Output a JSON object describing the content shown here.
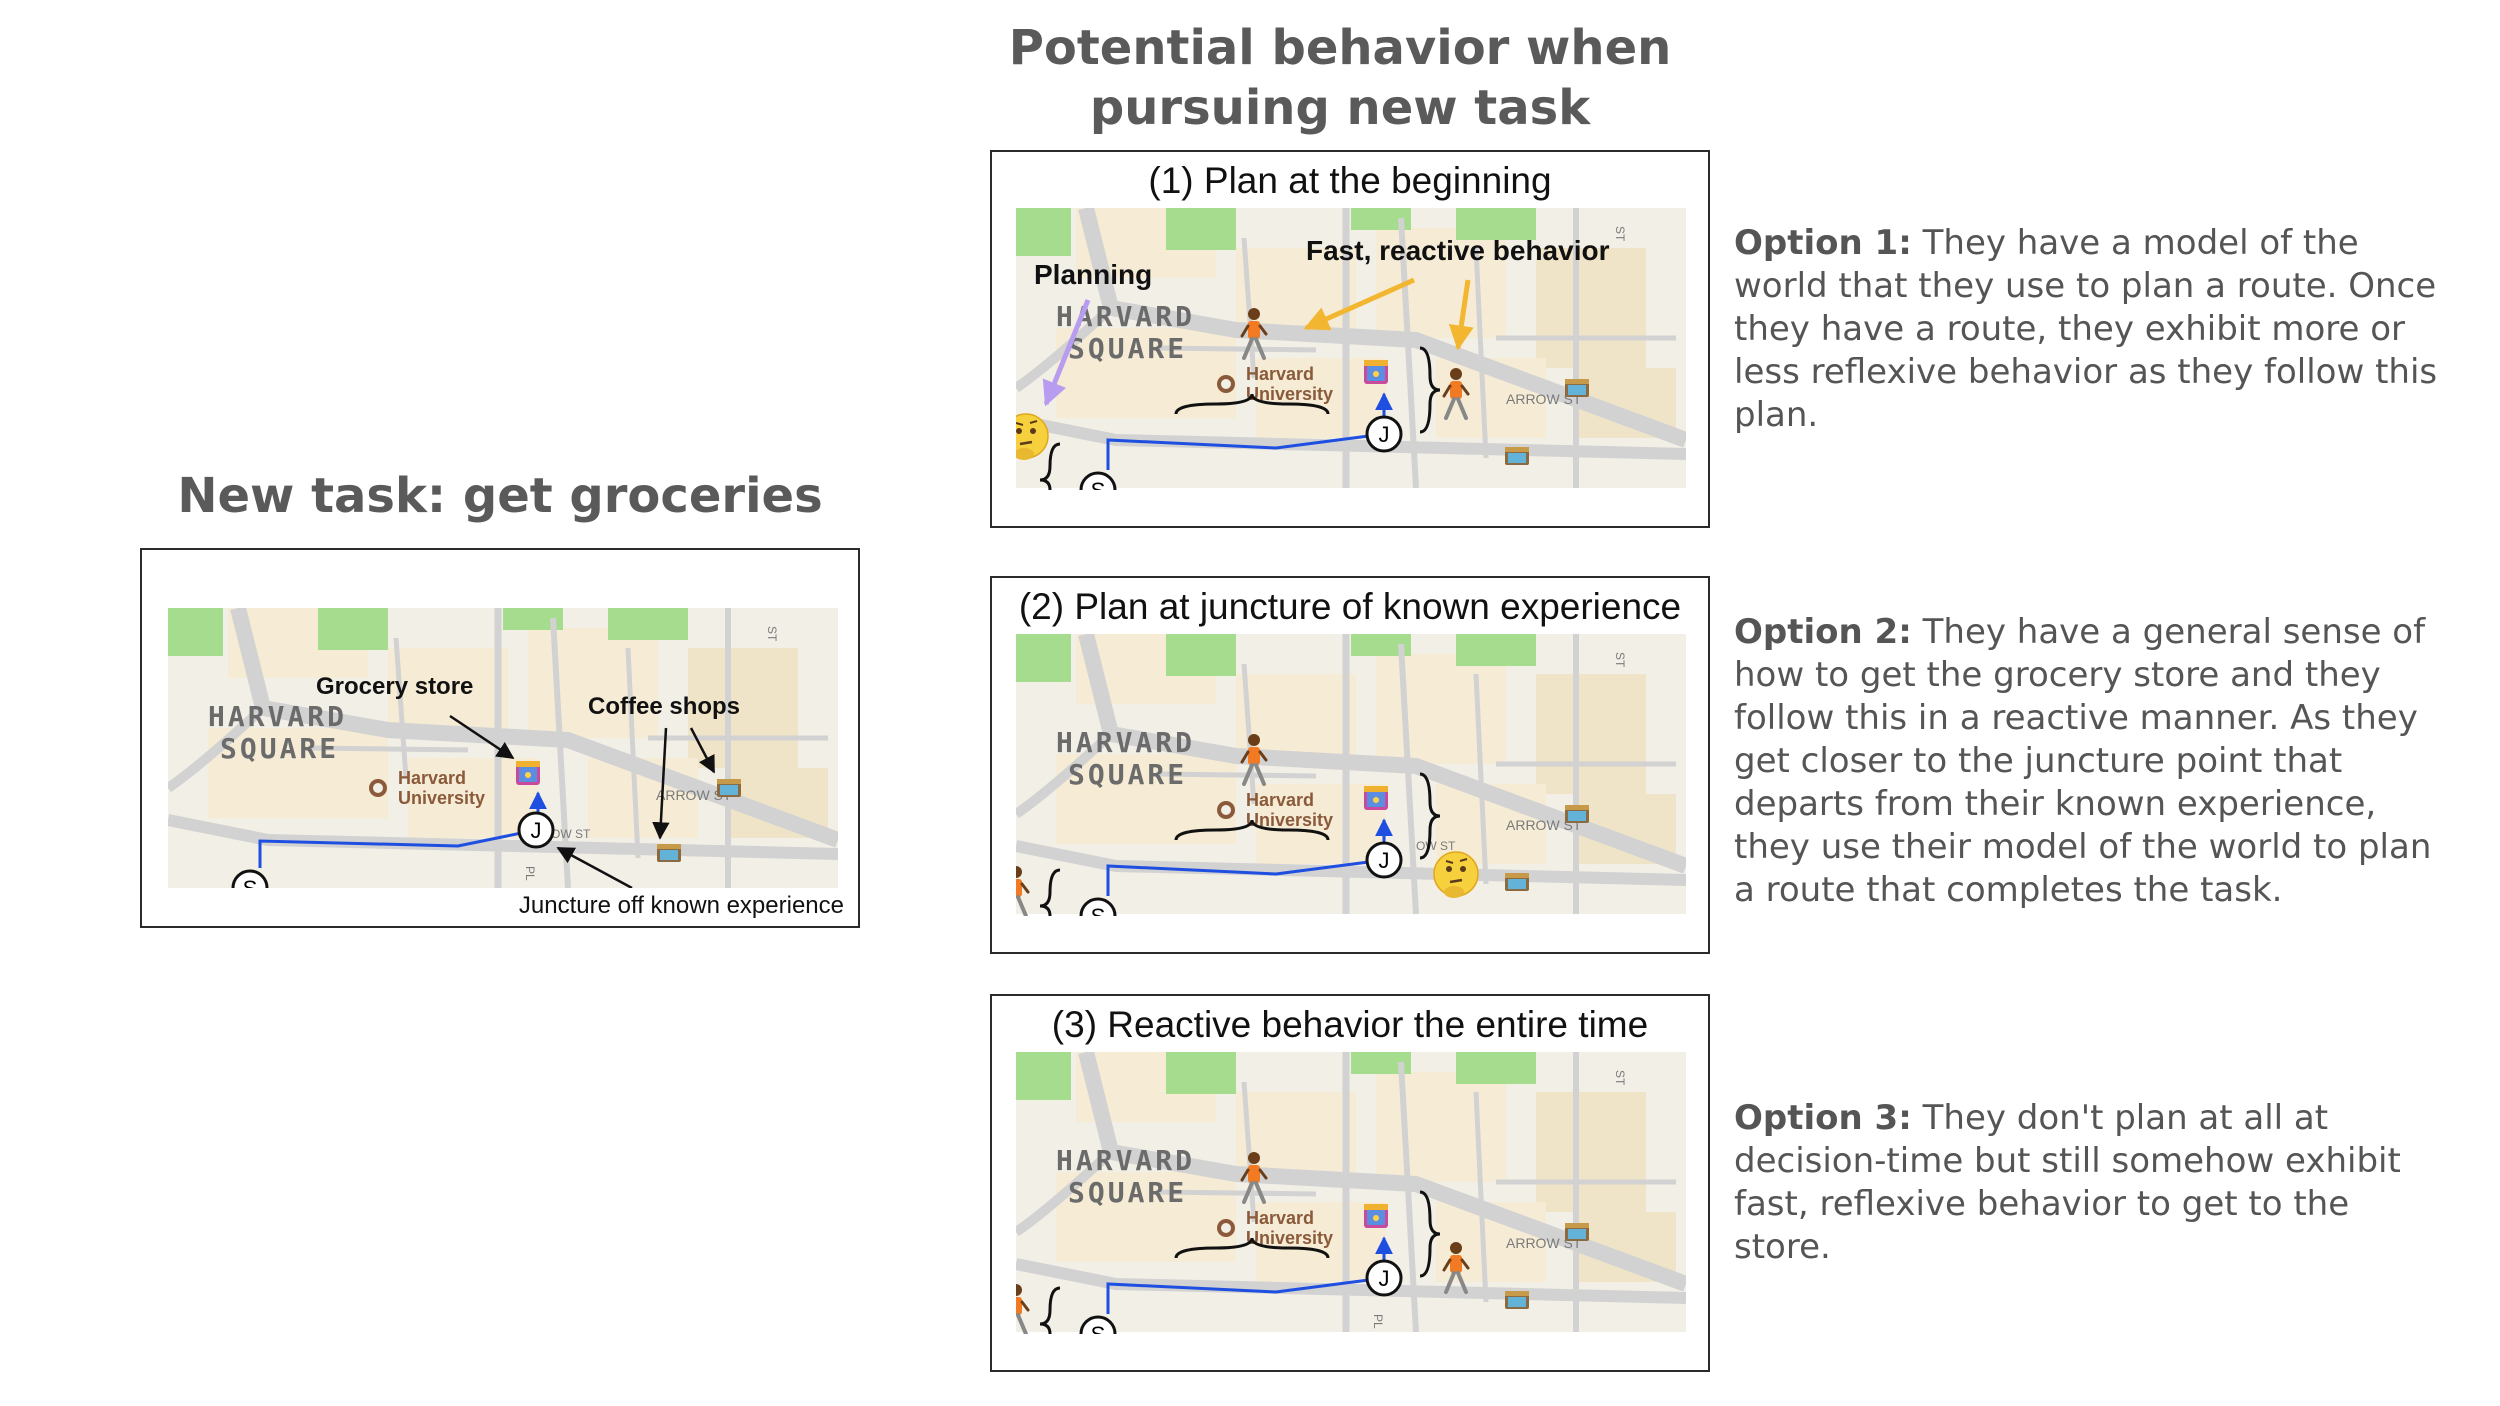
{
  "headings": {
    "new_task": "New task: get groceries",
    "potential": "Potential behavior when pursuing new task"
  },
  "map": {
    "square_line1": "HARVARD",
    "square_line2": "SQUARE",
    "university_line1": "Harvard",
    "university_line2": "University",
    "street_arrow": "ARROW ST",
    "street_st": "ST",
    "street_pl": "PL",
    "start_marker": "S",
    "juncture_marker": "J"
  },
  "left_panel": {
    "grocery_label": "Grocery store",
    "coffee_label": "Coffee shops",
    "juncture_label": "Juncture off known experience"
  },
  "panels": [
    {
      "title": "(1) Plan at the beginning",
      "planning_label": "Planning",
      "fast_label": "Fast, reactive behavior"
    },
    {
      "title": "(2) Plan at juncture of known experience"
    },
    {
      "title": "(3) Reactive behavior the entire time"
    }
  ],
  "options": [
    {
      "label": "Option 1:",
      "text": " They have a model of the world that they use to plan a route. Once they have a route, they exhibit more or less reflexive behavior as they follow this plan."
    },
    {
      "label": "Option 2:",
      "text": " They have a general sense of how to get the grocery store and they follow this in a reactive manner. As they get closer to the juncture point that departs from their known experience, they use their model of the world to plan a route that completes the task."
    },
    {
      "label": "Option 3:",
      "text": " They don't plan at all at decision-time but still somehow exhibit fast, reflexive behavior to get to the store."
    }
  ],
  "colors": {
    "route": "#1f4fe0",
    "planning_arrow": "#b79cf0",
    "fast_arrow": "#f2b630",
    "park": "#a6dc8e",
    "road": "#d2d2d2",
    "block": "#f6ecd5"
  },
  "icons": [
    "thinking-face-icon",
    "person-walking-icon",
    "grocery-store-icon",
    "coffee-shop-icon",
    "university-seal-icon"
  ]
}
